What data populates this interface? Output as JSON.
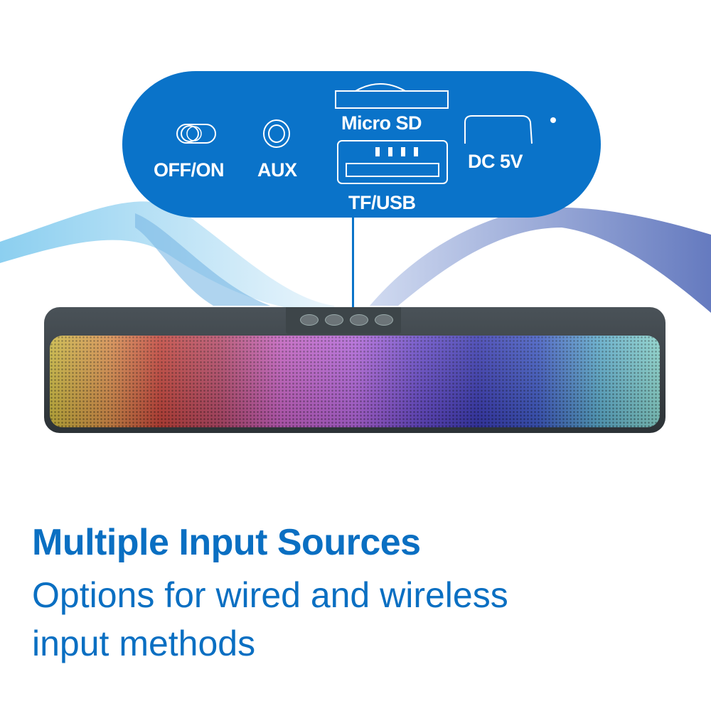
{
  "ports": {
    "switch_label": "OFF/ON",
    "aux_label": "AUX",
    "micro_sd_label": "Micro SD",
    "usb_label": "TF/USB",
    "dc_label": "DC 5V"
  },
  "headline": "Multiple Input Sources",
  "subtitle_line1": "Options for wired and wireless",
  "subtitle_line2": "input methods",
  "colors": {
    "brand_blue": "#0a73c9"
  }
}
